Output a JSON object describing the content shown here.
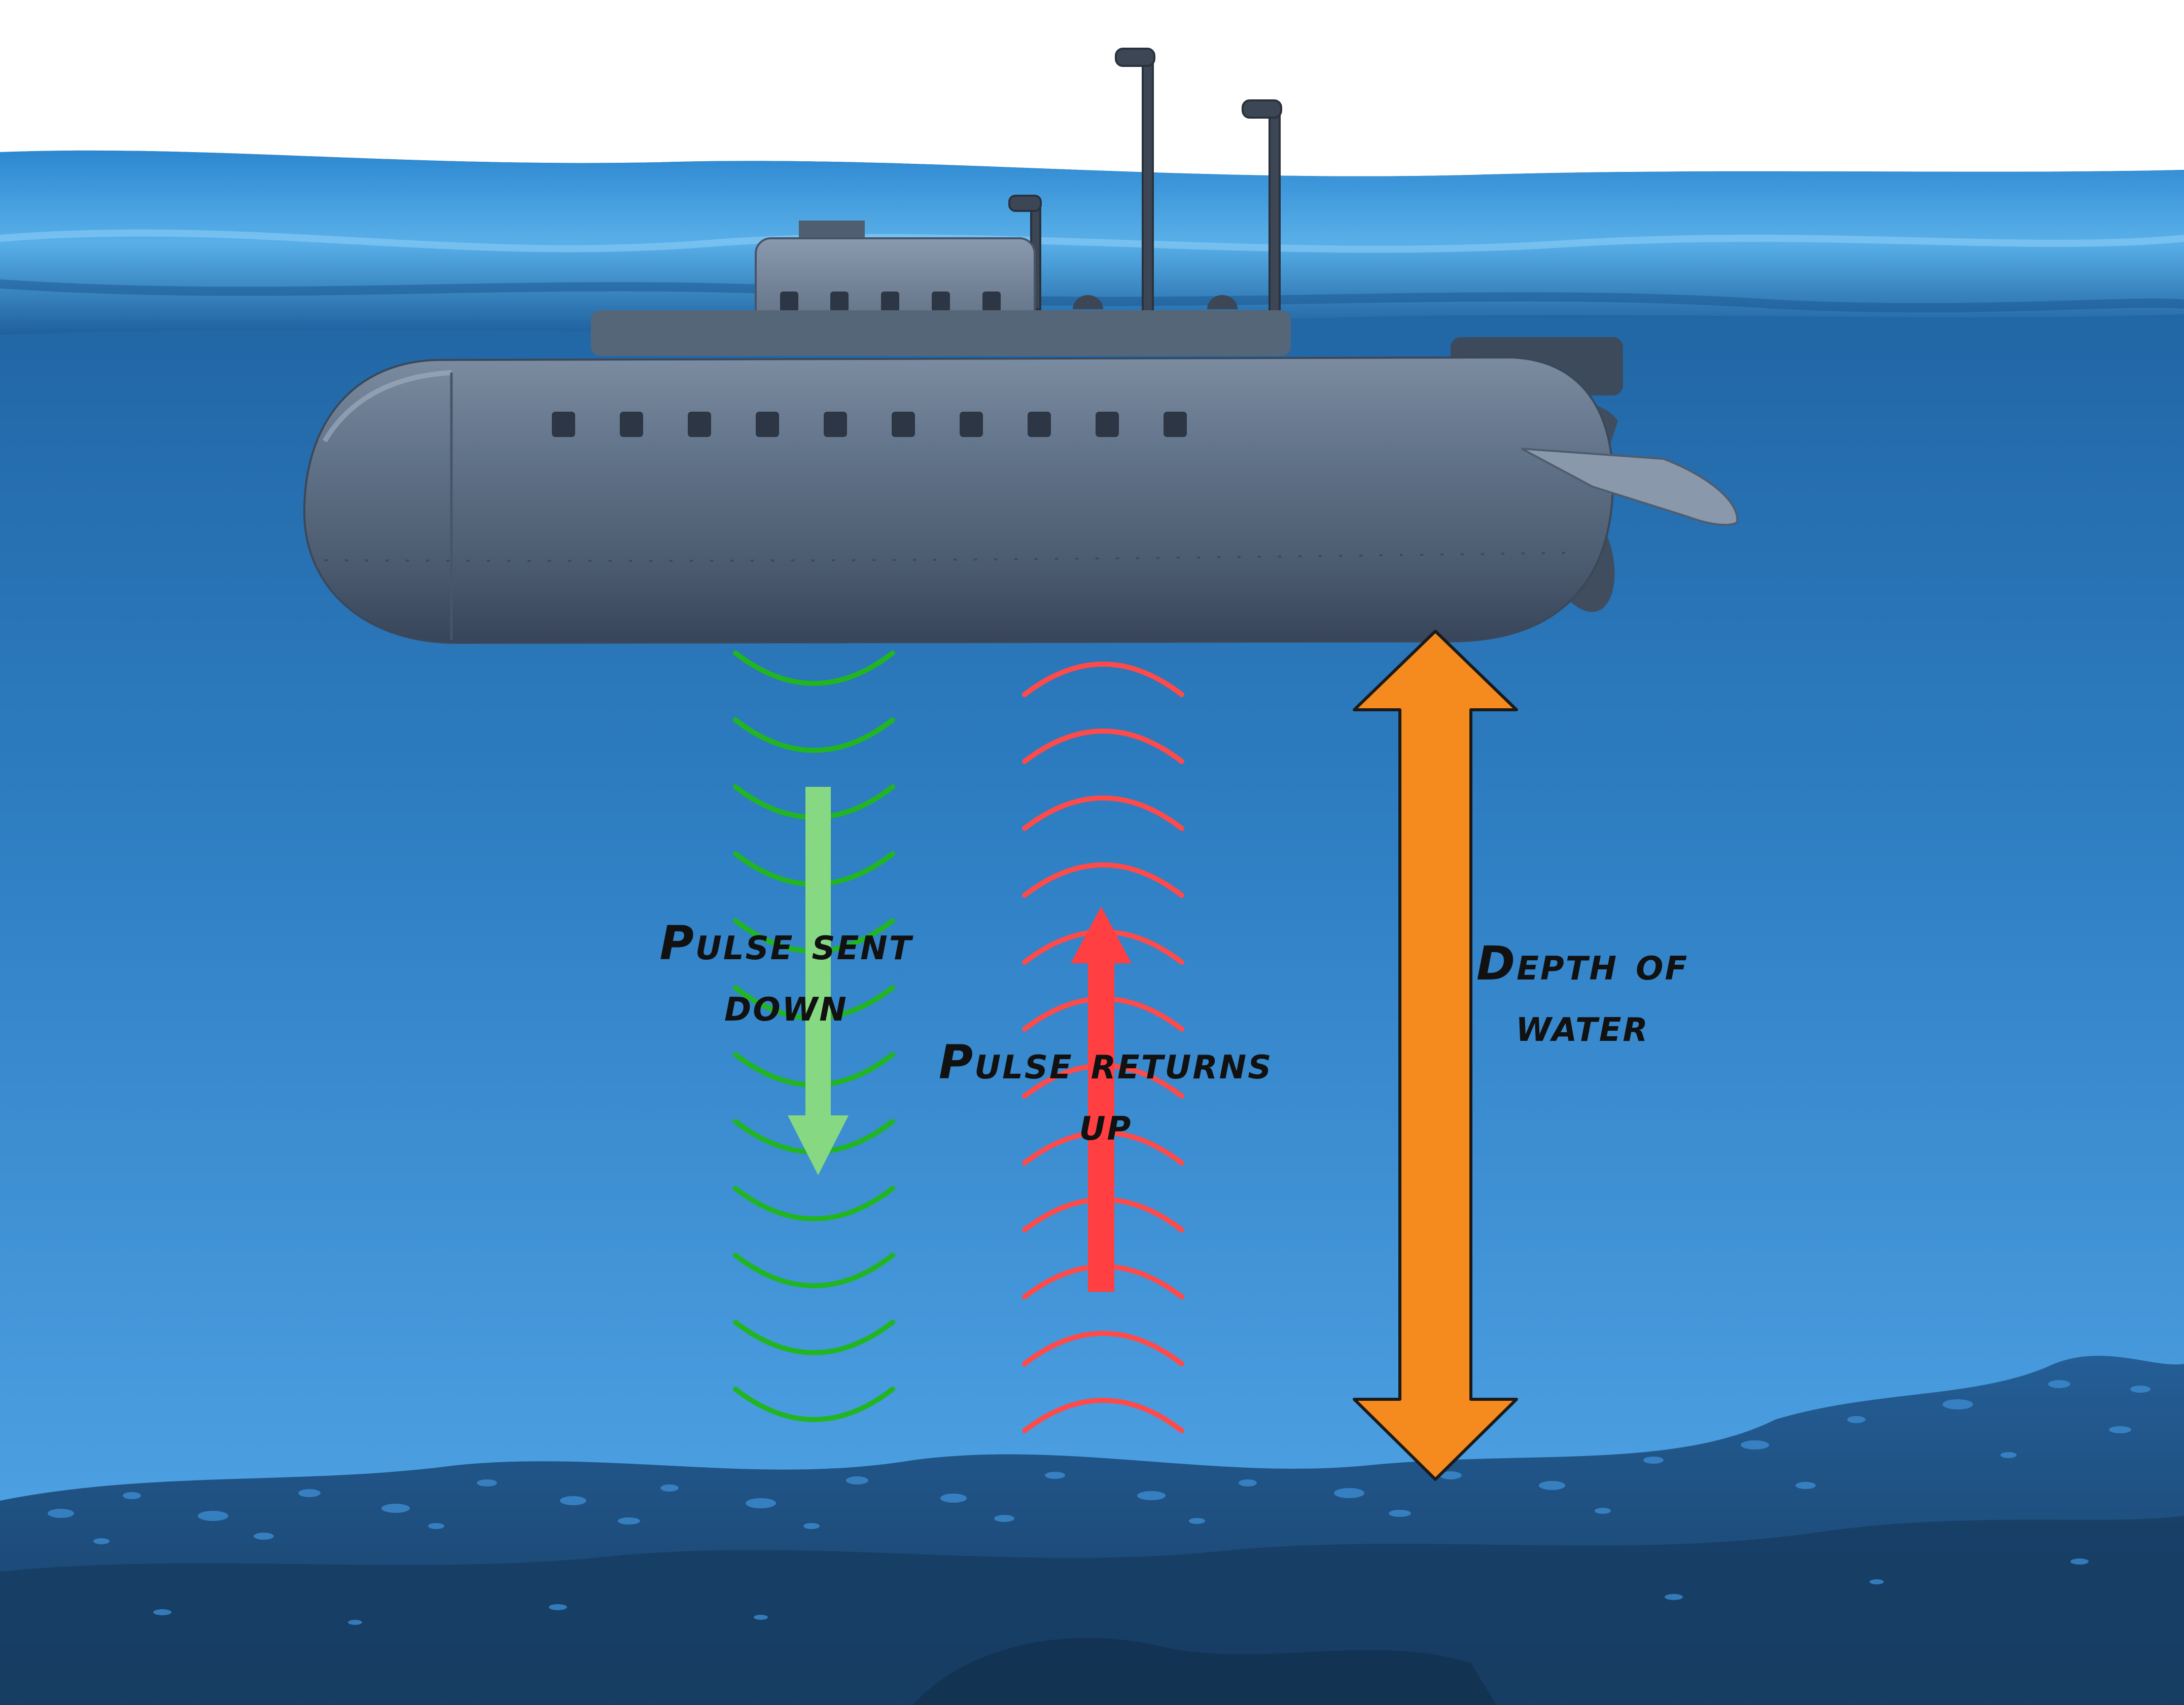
{
  "labels": {
    "pulse_down_line1": "Pulse sent",
    "pulse_down_line2": "down",
    "pulse_up_line1": "Pulse returns",
    "pulse_up_line2": "up",
    "depth_line1": "Depth of",
    "depth_line2": "water"
  },
  "icons": {
    "submarine": "submarine-icon",
    "seabed": "seabed-icon",
    "water": "water-icon"
  },
  "colors": {
    "sky": "#ffffff",
    "water_top": "#1f6aa8",
    "water_bottom": "#52a9ea",
    "seabed": "#1c4c7c",
    "hull": "#5b6c80",
    "pulse_down_waves": "#22b522",
    "pulse_down_arrow": "#86d982",
    "pulse_up_waves": "#ff4a4a",
    "pulse_up_arrow": "#ff3f42",
    "depth_arrow": "#f58a1f"
  }
}
